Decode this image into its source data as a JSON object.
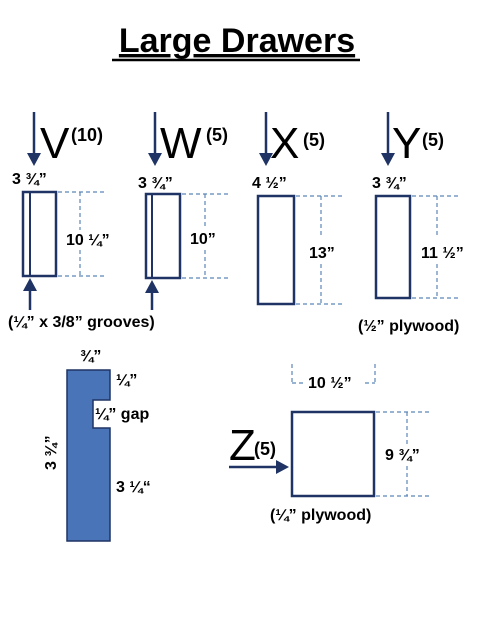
{
  "title": "Large Drawers",
  "colors": {
    "outline": "#1f3464",
    "dash": "#5b86b8",
    "fill": "#4a74b8"
  },
  "parts": {
    "V": {
      "letter": "V",
      "qty": "(10)",
      "width": "3 ¾”",
      "height": "10 ¼”"
    },
    "W": {
      "letter": "W",
      "qty": "(5)",
      "width": "3 ¾”",
      "height": "10”"
    },
    "X": {
      "letter": "X",
      "qty": "(5)",
      "width": "4 ½”",
      "height": "13”"
    },
    "Y": {
      "letter": "Y",
      "qty": "(5)",
      "width": "3 ¾”",
      "height": "11 ½”"
    },
    "Z": {
      "letter": "Z",
      "qty": "(5)",
      "width": "10 ½”",
      "height": "9 ¾”"
    }
  },
  "notes": {
    "grooves": "(¼” x 3/8” grooves)",
    "y_material": "(½” plywood)",
    "z_material": "(¼” plywood)"
  },
  "profile": {
    "top_width": "¾”",
    "upper": "¼”",
    "gap": "¼” gap",
    "lower": "3 ¼“",
    "total": "3 ¾”"
  }
}
